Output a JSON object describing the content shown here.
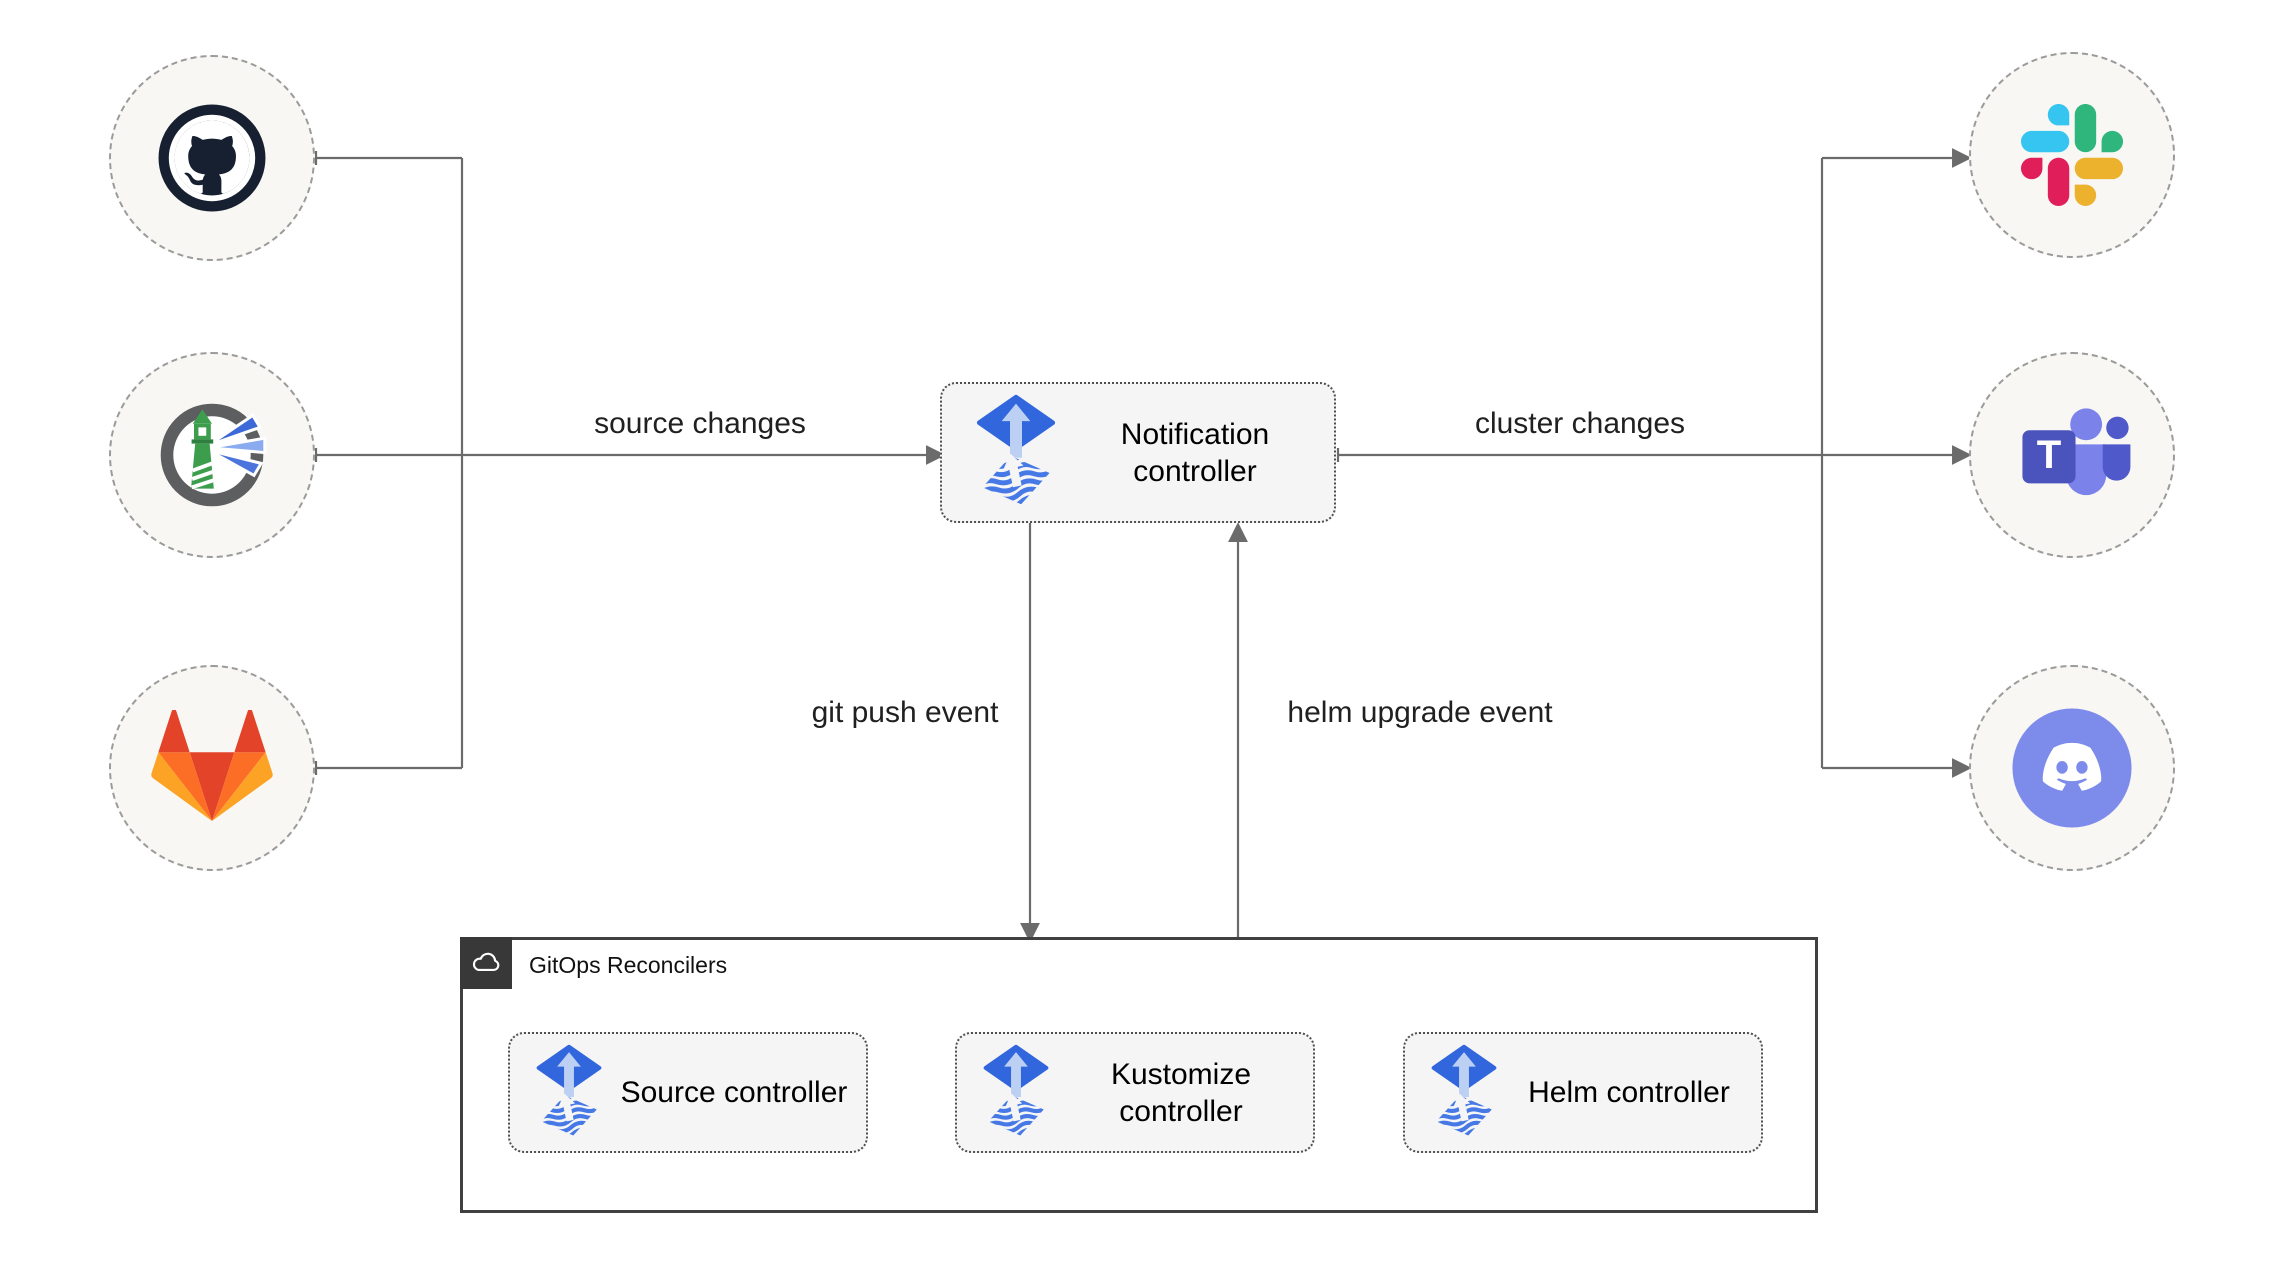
{
  "nodes": {
    "sources": [
      {
        "id": "github",
        "icon": "github-icon"
      },
      {
        "id": "harbor",
        "icon": "harbor-icon"
      },
      {
        "id": "gitlab",
        "icon": "gitlab-icon"
      }
    ],
    "notification": {
      "label": "Notification controller",
      "icon": "flux-icon"
    },
    "targets": [
      {
        "id": "slack",
        "icon": "slack-icon"
      },
      {
        "id": "teams",
        "icon": "teams-icon",
        "letter": "T"
      },
      {
        "id": "discord",
        "icon": "discord-icon"
      }
    ]
  },
  "edges": {
    "source_changes": "source changes",
    "cluster_changes": "cluster changes",
    "git_push_event": "git push event",
    "helm_upgrade_event": "helm upgrade event"
  },
  "reconcilers": {
    "title": "GitOps Reconcilers",
    "badge_icon": "cloud-icon",
    "controllers": [
      {
        "label": "Source controller",
        "icon": "flux-icon"
      },
      {
        "label": "Kustomize controller",
        "icon": "flux-icon"
      },
      {
        "label": "Helm controller",
        "icon": "flux-icon"
      }
    ]
  },
  "colors": {
    "line": "#6b6b6b",
    "node_fill": "#f8f7f4",
    "box_fill": "#f5f5f5",
    "box_border": "#4f4f4f",
    "container_border": "#404040",
    "badge_bg": "#383838",
    "flux_blue": "#3166dd",
    "flux_arrow": "#bcd0f3",
    "flux_wave": "#4679e6",
    "github": "#172030",
    "harbor_green": "#3c9e4d",
    "harbor_beam": "#3d68d8",
    "gitlab": [
      "#e24329",
      "#fc6d26",
      "#fca326"
    ],
    "slack": [
      "#36C5F0",
      "#2EB67D",
      "#ECB22E",
      "#E01E5A"
    ],
    "teams": [
      "#4b53bc",
      "#7b83eb",
      "#5059c9"
    ],
    "discord": "#7d8bea"
  }
}
